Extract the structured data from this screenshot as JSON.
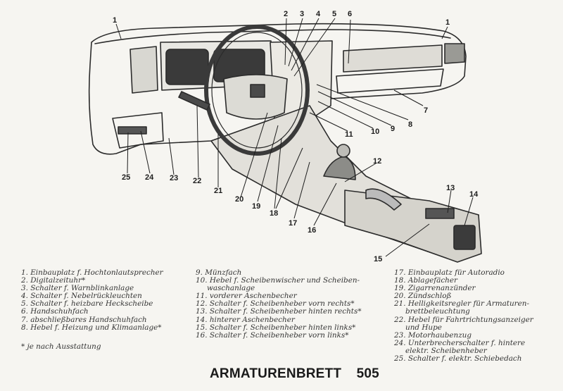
{
  "callouts": [
    "1",
    "1",
    "2",
    "3",
    "4",
    "5",
    "6",
    "7",
    "8",
    "9",
    "10",
    "11",
    "12",
    "13",
    "14",
    "15",
    "16",
    "17",
    "18",
    "19",
    "20",
    "21",
    "22",
    "23",
    "24",
    "25"
  ],
  "legend": [
    [
      {
        "num": "1.",
        "text": "Einbauplatz f. Hochtonlautsprecher"
      },
      {
        "num": "2.",
        "text": "Digitalzeituhr*"
      },
      {
        "num": "3.",
        "text": "Schalter f. Warnblinkanlage"
      },
      {
        "num": "4.",
        "text": "Schalter f. Nebelrückleuchten"
      },
      {
        "num": "5.",
        "text": "Schalter f. heizbare Heckscheibe"
      },
      {
        "num": "6.",
        "text": "Handschuhfach"
      },
      {
        "num": "7.",
        "text": "abschließbares Handschuhfach"
      },
      {
        "num": "8.",
        "text": "Hebel f. Heizung und Klimaanlage*"
      }
    ],
    [
      {
        "num": "9.",
        "text": "Münzfach"
      },
      {
        "num": "10.",
        "text": "Hebel f. Scheibenwischer und Scheiben-",
        "cont": "waschanlage"
      },
      {
        "num": "11.",
        "text": "vorderer Aschenbecher"
      },
      {
        "num": "12.",
        "text": "Schalter f. Scheibenheber vorn rechts*"
      },
      {
        "num": "13.",
        "text": "Schalter f. Scheibenheber hinten rechts*"
      },
      {
        "num": "14.",
        "text": "hinterer Aschenbecher"
      },
      {
        "num": "15.",
        "text": "Schalter f. Scheibenheber hinten links*"
      },
      {
        "num": "16.",
        "text": "Schalter f. Scheibenheber vorn links*"
      }
    ],
    [
      {
        "num": "17.",
        "text": "Einbauplatz für Autoradio"
      },
      {
        "num": "18.",
        "text": "Ablagefächer"
      },
      {
        "num": "19.",
        "text": "Zigarrenanzünder"
      },
      {
        "num": "20.",
        "text": "Zündschloß"
      },
      {
        "num": "21.",
        "text": "Helligkeitsregler für Armaturen-",
        "cont": "brettbeleuchtung"
      },
      {
        "num": "22.",
        "text": "Hebel für Fahrtrichtungsanzeiger",
        "cont": "und Hupe"
      },
      {
        "num": "23.",
        "text": "Motorhaubenzug"
      },
      {
        "num": "24.",
        "text": "Unterbrecherschalter f. hintere",
        "cont": "elektr. Scheibenheber"
      },
      {
        "num": "25.",
        "text": "Schalter f. elektr. Schiebedach"
      }
    ]
  ],
  "footnote": "* je nach Ausstattung",
  "title": "ARMATURENBRETT",
  "page_number": "505"
}
